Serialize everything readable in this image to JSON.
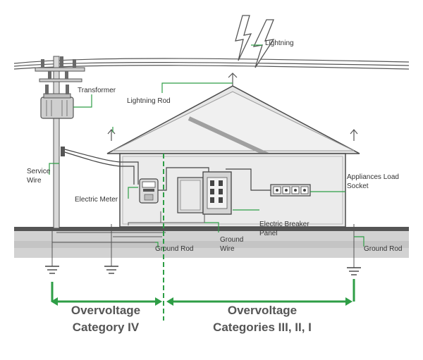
{
  "labels": {
    "lightning": "Lightning",
    "transformer": "Transformer",
    "lightning_rod": "Lightning Rod",
    "service_wire_1": "Service",
    "service_wire_2": "Wire",
    "electric_meter": "Electric Meter",
    "appliances_1": "Appliances Load",
    "appliances_2": "Socket",
    "breaker_1": "Electric Breaker",
    "breaker_2": "Panel",
    "ground_wire_1": "Ground",
    "ground_wire_2": "Wire",
    "ground_rod_left": "Ground Rod",
    "ground_rod_right": "Ground Rod"
  },
  "categories": {
    "left_1": "Overvoltage",
    "left_2": "Category IV",
    "right_1": "Overvoltage",
    "right_2": "Categories III, II, I"
  },
  "colors": {
    "green": "#2e9e46",
    "ground_dark": "#5a5a5a",
    "ground_band": "#cfcfcf",
    "house_fill": "#ebebeb",
    "outline": "#4a4a4a",
    "text": "#333333",
    "category_text": "#555555"
  }
}
